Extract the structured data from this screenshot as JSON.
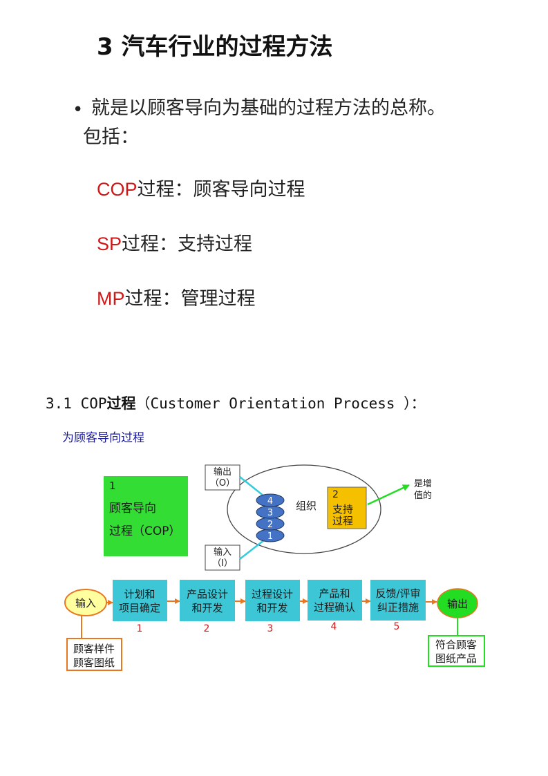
{
  "title": "3 汽车行业的过程方法",
  "intro": {
    "line1": "就是以顾客导向为基础的过程方法的总称。",
    "line2": "包括："
  },
  "processes": [
    {
      "abbr": "COP",
      "text": "过程：顾客导向过程"
    },
    {
      "abbr": "SP",
      "text": "过程：支持过程"
    },
    {
      "abbr": "MP",
      "text": "过程：管理过程"
    }
  ],
  "section": {
    "heading_prefix": "3.1 COP",
    "heading_cn": "过程",
    "heading_suffix": "（Customer Orientation Process ）：",
    "subheading": "为顾客导向过程"
  },
  "diagram": {
    "cop_box": {
      "number": "1",
      "line1": "顾客导向",
      "line2": "过程（COP）"
    },
    "output_label": {
      "line1": "输出",
      "line2": "（O）"
    },
    "input_label": {
      "line1": "输入",
      "line2": "（I）"
    },
    "stack": [
      "4",
      "3",
      "2",
      "1"
    ],
    "org_label": "组织",
    "sp_box": {
      "number": "2",
      "line1": "支持",
      "line2": "过程"
    },
    "value_label": {
      "line1": "是增",
      "line2": "值的"
    },
    "flow_input": "输入",
    "flow_output": "输出",
    "steps": [
      {
        "line1": "计划和",
        "line2": "项目确定",
        "num": "1"
      },
      {
        "line1": "产品设计",
        "line2": "和开发",
        "num": "2"
      },
      {
        "line1": "过程设计",
        "line2": "和开发",
        "num": "3"
      },
      {
        "line1": "产品和",
        "line2": "过程确认",
        "num": "4"
      },
      {
        "line1": "反馈/评审",
        "line2": "纠正措施",
        "num": "5"
      }
    ],
    "input_note": {
      "line1": "顾客样件",
      "line2": "顾客图纸"
    },
    "output_note": {
      "line1": "符合顾客",
      "line2": "图纸产品"
    },
    "colors": {
      "cop_green": "#33dd33",
      "sp_yellow": "#f5c000",
      "step_cyan": "#3cc6d6",
      "oval_yellow": "#ffffa0",
      "output_green": "#22dd22",
      "arrow_orange": "#e87722",
      "stack_blue": "#4472c4",
      "cyan_arrow": "#33ccdd",
      "red_text": "#d01818"
    }
  }
}
